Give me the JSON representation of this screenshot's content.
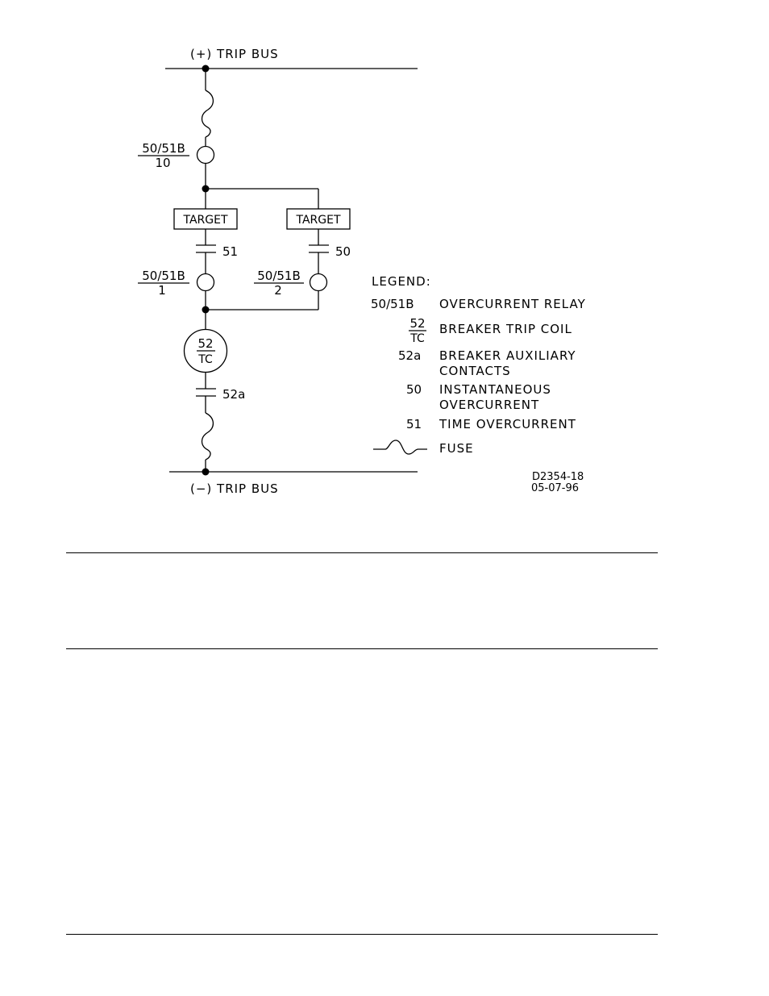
{
  "diagram": {
    "top_bus_label": "(+) TRIP BUS",
    "bottom_bus_label": "(−) TRIP BUS",
    "relay_main": {
      "top": "50/51B",
      "bottom": "10"
    },
    "relay_left": {
      "top": "50/51B",
      "bottom": "1"
    },
    "relay_right": {
      "top": "50/51B",
      "bottom": "2"
    },
    "target_left": "TARGET",
    "target_right": "TARGET",
    "contact_left_label": "51",
    "contact_right_label": "50",
    "trip_coil": {
      "top": "52",
      "bottom": "TC"
    },
    "aux_contact_label": "52a",
    "drawing_number": "D2354-18",
    "drawing_date": "05-07-96"
  },
  "legend": {
    "title": "LEGEND:",
    "items": [
      {
        "symbol": "50/51B",
        "text": "OVERCURRENT RELAY",
        "text2": ""
      },
      {
        "symbol_top": "52",
        "symbol_bottom": "TC",
        "text": "BREAKER TRIP COIL",
        "text2": ""
      },
      {
        "symbol": "52a",
        "text": "BREAKER AUXILIARY",
        "text2": "CONTACTS"
      },
      {
        "symbol": "50",
        "text": "INSTANTANEOUS",
        "text2": "OVERCURRENT"
      },
      {
        "symbol": "51",
        "text": "TIME OVERCURRENT",
        "text2": ""
      },
      {
        "symbol_icon": "fuse-icon",
        "text": "FUSE",
        "text2": ""
      }
    ]
  }
}
